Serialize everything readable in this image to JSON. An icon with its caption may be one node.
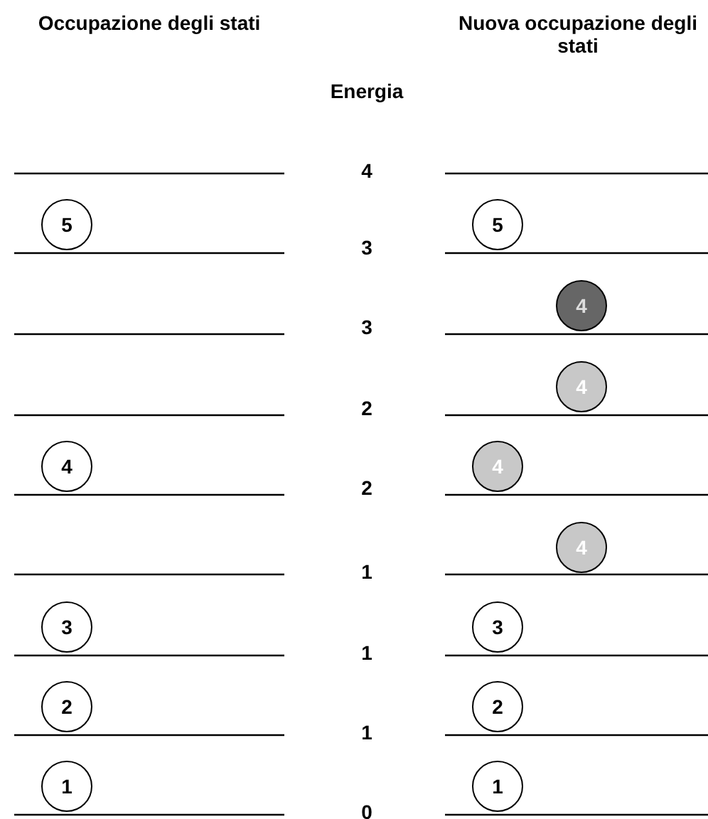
{
  "diagram": {
    "nodes": [
      {
        "text": [
          "5"
        ]
      },
      {
        "text": [
          "5"
        ]
      },
      {
        "text": [
          "4"
        ]
      },
      {
        "text": [
          "4"
        ]
      },
      {
        "text": [
          "4"
        ]
      },
      {
        "text": [
          "4"
        ]
      },
      {
        "text": [
          "4"
        ]
      },
      {
        "text": [
          "3"
        ]
      },
      {
        "text": [
          "3"
        ]
      },
      {
        "text": [
          "2"
        ]
      },
      {
        "text": [
          "2"
        ]
      },
      {
        "text": [
          "1"
        ]
      },
      {
        "text": [
          "1"
        ]
      }
    ],
    "labels": [
      "Occupazione degli stati",
      "Nuova occupazione degli stati",
      "Energia",
      "4",
      "3",
      "3",
      "2",
      "2",
      "1",
      "1",
      "1",
      "0"
    ]
  }
}
